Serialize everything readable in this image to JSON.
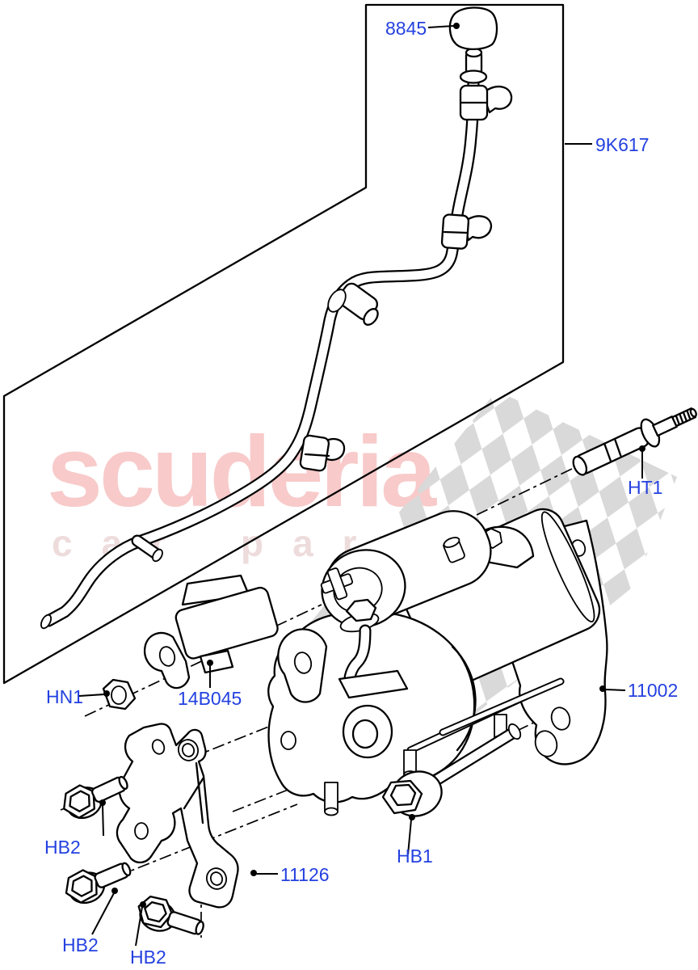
{
  "diagram": {
    "title": "starter-motor-exploded-parts-diagram",
    "watermark": {
      "brand": "scuderia",
      "tagline_word1": "car",
      "tagline_word2": "parts"
    },
    "part_labels": {
      "cap": "8845",
      "cable": "9K617",
      "stud": "HT1",
      "nut": "HN1",
      "sensor_bracket": "14B045",
      "starter_motor": "11002",
      "bolt_long": "HB1",
      "bolt_short": "HB2",
      "mount_bracket": "11126"
    },
    "colors": {
      "label": "#2441e0",
      "watermark_brand": "#f8caca",
      "watermark_tagline": "#eedcdc",
      "checker": "#d9d9d9",
      "line": "#000000",
      "background": "#ffffff"
    }
  }
}
